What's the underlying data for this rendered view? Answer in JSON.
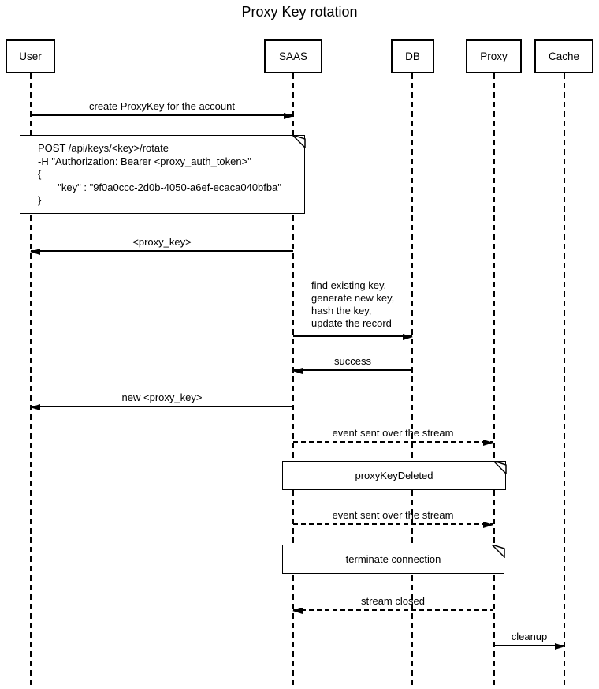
{
  "title": "Proxy Key rotation",
  "diagram_type": "sequence",
  "colors": {
    "line": "#000000",
    "background": "#ffffff"
  },
  "actors": [
    {
      "label": "User"
    },
    {
      "label": "SAAS"
    },
    {
      "label": "DB"
    },
    {
      "label": "Proxy"
    },
    {
      "label": "Cache"
    }
  ],
  "messages": [
    {
      "label": "create ProxyKey for the account",
      "from": "User",
      "to": "SAAS",
      "line": "solid"
    },
    {
      "label": "<proxy_key>",
      "from": "SAAS",
      "to": "User",
      "line": "solid"
    },
    {
      "label": "find existing key,\ngenerate new key,\nhash the key,\nupdate the record",
      "from": "SAAS",
      "to": "DB",
      "line": "solid"
    },
    {
      "label": "success",
      "from": "DB",
      "to": "SAAS",
      "line": "solid"
    },
    {
      "label": "new <proxy_key>",
      "from": "SAAS",
      "to": "User",
      "line": "solid"
    },
    {
      "label": "event sent over the stream",
      "from": "SAAS",
      "to": "Proxy",
      "line": "dashed"
    },
    {
      "label": "event sent over the stream",
      "from": "SAAS",
      "to": "Proxy",
      "line": "dashed"
    },
    {
      "label": "stream closed",
      "from": "Proxy",
      "to": "SAAS",
      "line": "dashed"
    },
    {
      "label": "cleanup",
      "from": "Proxy",
      "to": "Cache",
      "line": "solid"
    }
  ],
  "notes": [
    {
      "text": "POST /api/keys/<key>/rotate\n-H \"Authorization: Bearer <proxy_auth_token>\"\n{\n       \"key\" : \"9f0a0ccc-2d0b-4050-a6ef-ecaca040bfba\"\n}",
      "over": "User,SAAS"
    },
    {
      "text": "proxyKeyDeleted",
      "over": "SAAS,Proxy"
    },
    {
      "text": "terminate connection",
      "over": "SAAS,Proxy"
    }
  ]
}
